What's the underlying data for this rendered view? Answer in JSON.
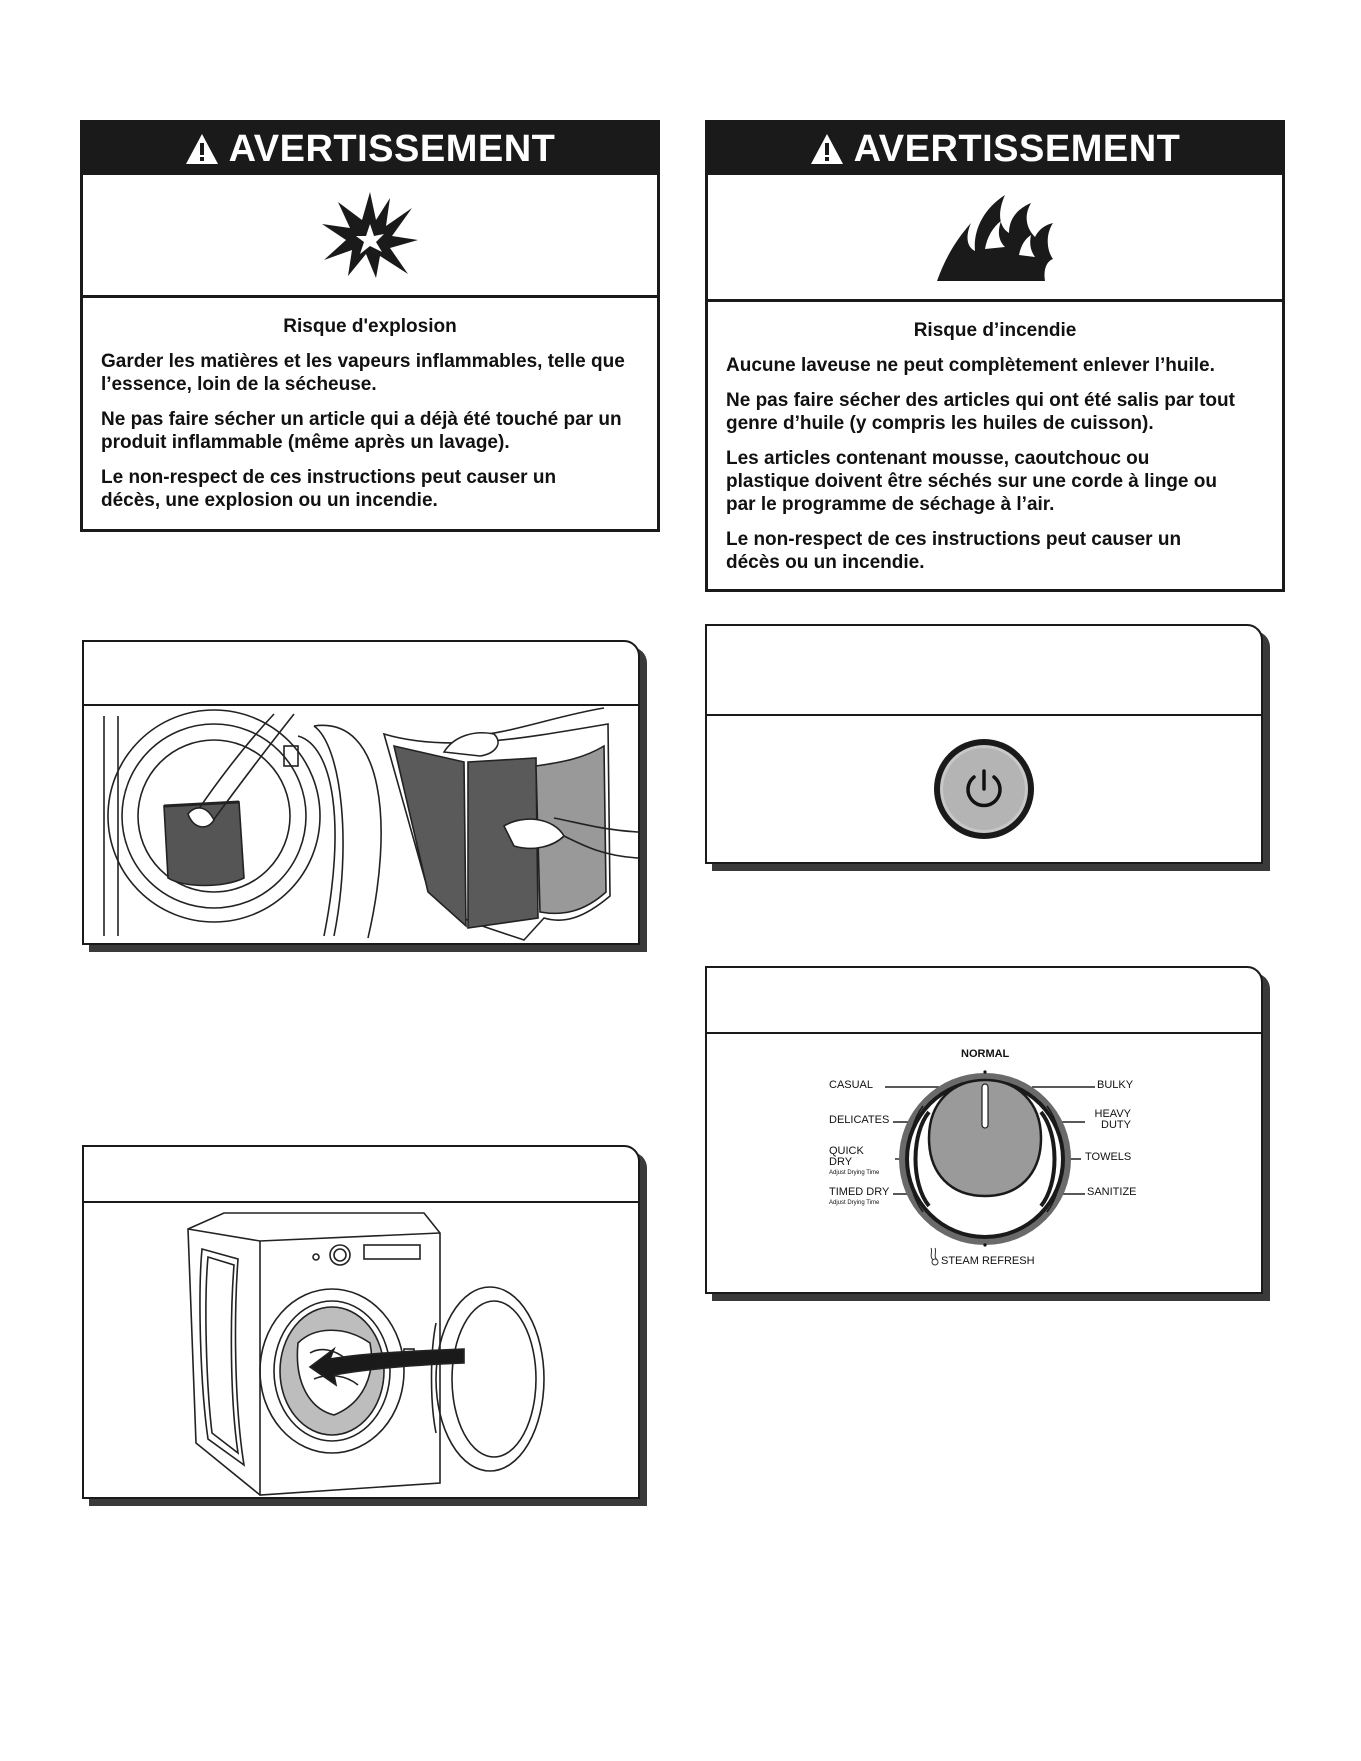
{
  "warning_explosion": {
    "header": "AVERTISSEMENT",
    "subtitle": "Risque d'explosion",
    "paragraphs": [
      "Garder les matières et les vapeurs inflammables, telle que l’essence, loin de la sécheuse.",
      "Ne pas faire sécher un article qui a déjà été touché par un produit inflammable (même après un lavage).",
      "Le non-respect de ces instructions peut causer un décès, une explosion ou un incendie."
    ]
  },
  "warning_fire": {
    "header": "AVERTISSEMENT",
    "subtitle": "Risque d’incendie",
    "paragraphs": [
      "Aucune laveuse ne peut complètement enlever l’huile.",
      "Ne pas faire sécher des articles qui ont été salis par tout genre d’huile (y compris les huiles de cuisson).",
      "Les articles contenant mousse, caoutchouc ou plastique doivent être séchés sur une corde à linge ou par le programme de séchage à l’air.",
      "Le non-respect de ces instructions peut causer un décès ou un incendie."
    ]
  },
  "icons": {
    "warning": "warning-triangle-icon",
    "explosion": "explosion-icon",
    "fire": "fire-icon",
    "power": "power-icon"
  },
  "cycle_dial": {
    "top": "NORMAL",
    "bottom": "STEAM REFRESH",
    "left": [
      {
        "label": "CASUAL",
        "note": ""
      },
      {
        "label": "DELICATES",
        "note": ""
      },
      {
        "label": "QUICK",
        "label2": "DRY",
        "note": "Adjust Drying Time"
      },
      {
        "label": "TIMED DRY",
        "note": "Adjust Drying Time"
      }
    ],
    "right": [
      {
        "label": "BULKY"
      },
      {
        "label": "HEAVY",
        "label2": "DUTY"
      },
      {
        "label": "TOWELS"
      },
      {
        "label": "SANITIZE"
      }
    ]
  }
}
